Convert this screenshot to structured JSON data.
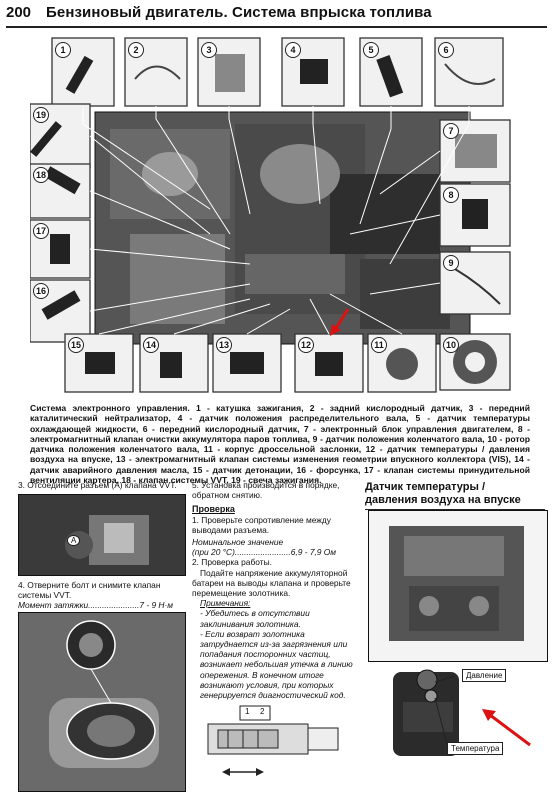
{
  "header": {
    "page_number": "200",
    "chapter_title": "Бензиновый двигатель. Система впрыска топлива"
  },
  "figure": {
    "callouts_top": [
      "1",
      "2",
      "3",
      "4",
      "5",
      "6"
    ],
    "callouts_right": [
      "7",
      "8",
      "9",
      "10"
    ],
    "callouts_bottom": [
      "15",
      "14",
      "13",
      "12",
      "11"
    ],
    "callouts_left": [
      "19",
      "18",
      "17",
      "16"
    ]
  },
  "caption": "Система электронного управления. 1 - катушка зажигания, 2 - задний кислородный датчик, 3 - передний каталитический нейтрализатор, 4 - датчик положения распределительного вала, 5 - датчик температуры охлаждающей жидкости, 6 - передний кислородный датчик, 7 - электронный блок управления двигателем, 8 - электромагнитный клапан очистки аккумулятора паров топлива, 9 - датчик положения коленчатого вала, 10 - ротор датчика положения коленчатого вала, 11 - корпус дроссельной заслонки, 12 - датчик температуры / давления воздуха на впуске, 13 - электромагнитный клапан системы изменения геометрии впускного коллектора (VIS), 14 - датчик аварийного давления масла, 15 - датчик детонации, 16 - форсунка, 17 - клапан системы принудительной вентиляции картера, 18 - клапан системы VVT, 19 - свеча зажигания.",
  "col1": {
    "step3": "3. Отсоедините разъем (А) клапана VVT.",
    "photo1_label": "A",
    "step4": "4. Отверните болт и снимите клапан системы VVT.",
    "torque_label": "Момент затяжки",
    "torque_dots": "......................",
    "torque_value": "7 - 9 Н·м"
  },
  "col2": {
    "step5": "5. Установка производится в порядке, обратном снятию.",
    "check_head": "Проверка",
    "check1": "1. Проверьте сопротивление между выводами разъема.",
    "nominal_label": "Номинальное значение",
    "nominal_cond": "(при 20 °С)",
    "nominal_dots": "........................",
    "nominal_value": "6,9 - 7,9 Ом",
    "check2": "2. Проверка работы.",
    "check2_text": "Подайте напряжение аккумуляторной батареи на выводы клапана и проверьте перемещение золотника.",
    "notes_head": "Примечания:",
    "note1": "- Убедитесь в отсутствии заклинивания золотника.",
    "note2": "- Если возврат золотника затруднается из-за загрязнения или попадания посторонних частиц, возникает небольшая утечка в линию опережения. В конечном итоге возникают условия, при которых генерируется диагностический код.",
    "diagram_pins": [
      "1",
      "2"
    ]
  },
  "col3": {
    "title_line1": "Датчик температуры /",
    "title_line2": "давления воздуха на впуске",
    "label_pressure": "Давление",
    "label_temperature": "Температура"
  }
}
